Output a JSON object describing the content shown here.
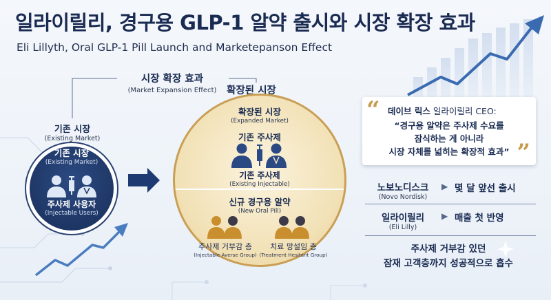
{
  "header": {
    "title": "일라이릴리, 경구용 GLP-1 알약 출시와 시장 확장 효과",
    "subtitle": "Eli Lillyth, Oral GLP-1 Pill Launch and Marketepanson Effect"
  },
  "diagram": {
    "market_expansion": {
      "label_ko": "시장 확장 효과",
      "label_en": "(Market Expansion Effect)"
    },
    "expanded_market_top_label": "확장된 시장",
    "existing_market_outer": {
      "label_ko": "기존 시장",
      "label_en": "(Existing Market)"
    },
    "existing_market_inner": {
      "label_ko": "기존 시장",
      "label_en": "(Existing Market)"
    },
    "injectable_users": {
      "label_ko": "주사제 사용자",
      "label_en": "(Injectable Users)"
    },
    "expanded_market_inner": {
      "label_ko": "확장된 시장",
      "label_en": "(Expanded Market)"
    },
    "existing_injectable_top": "기존 주사제",
    "existing_injectable_bottom": {
      "label_ko": "기존 주사제",
      "label_en": "(Existing Injectable)"
    },
    "new_oral_pill": {
      "label_ko": "신규 경구용 알약",
      "label_en": "(New Oral Pill)"
    },
    "injectable_averse": {
      "label_ko": "주사제 거부감 층",
      "label_en": "(Injectable Averse Group)"
    },
    "treatment_hesitant": {
      "label_ko": "치료 망설임 층",
      "label_en": "(Treatment Hesitant Group)"
    }
  },
  "quote": {
    "speaker_name": "데이브 릭스",
    "speaker_org": "일라이릴리 CEO:",
    "lines": [
      "“경구용 알약은 주사제 수요를",
      "잠식하는 게 아니라",
      "시장 자체를 넓히는 확장적 효과”"
    ]
  },
  "comparison": [
    {
      "name_ko": "노보노디스크",
      "name_en": "(Novo Nordisk)",
      "value": "몇 달 앞선 출시"
    },
    {
      "name_ko": "일라이릴리",
      "name_en": "(Eli Lilly)",
      "value": "매출 첫 반영"
    }
  ],
  "conclusion": [
    "주사제 거부감 있던",
    "잠재 고객층까지 성공적으로 흡수"
  ],
  "colors": {
    "navy": "#1a2b52",
    "existing_circle": "#1d3563",
    "expanded_circle": "#f2e1b6",
    "gold": "#c99f56",
    "arrow": "#1e3a72"
  },
  "icons": [
    "syringe-icon",
    "patient-icon",
    "doctor-icon",
    "person-icon",
    "growth-arrow-icon"
  ]
}
